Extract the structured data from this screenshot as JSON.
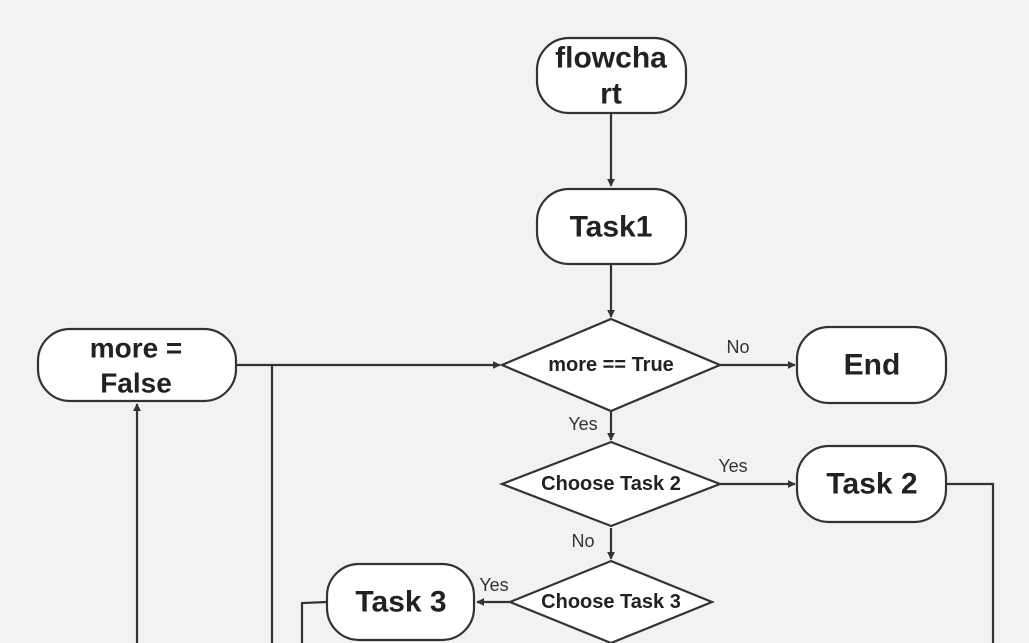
{
  "diagram": {
    "nodes": {
      "start": {
        "line1": "flowcha",
        "line2": "rt"
      },
      "task1": {
        "label": "Task1"
      },
      "more_true": {
        "label": "more == True"
      },
      "end": {
        "label": "End"
      },
      "more_false": {
        "line1": "more =",
        "line2": "False"
      },
      "choose_task2": {
        "label": "Choose Task 2"
      },
      "task2": {
        "label": "Task 2"
      },
      "choose_task3": {
        "label": "Choose Task 3"
      },
      "task3": {
        "label": "Task 3"
      }
    },
    "edge_labels": {
      "no_end": "No",
      "yes_choose2": "Yes",
      "yes_task2": "Yes",
      "no_choose3": "No",
      "yes_task3": "Yes"
    }
  }
}
